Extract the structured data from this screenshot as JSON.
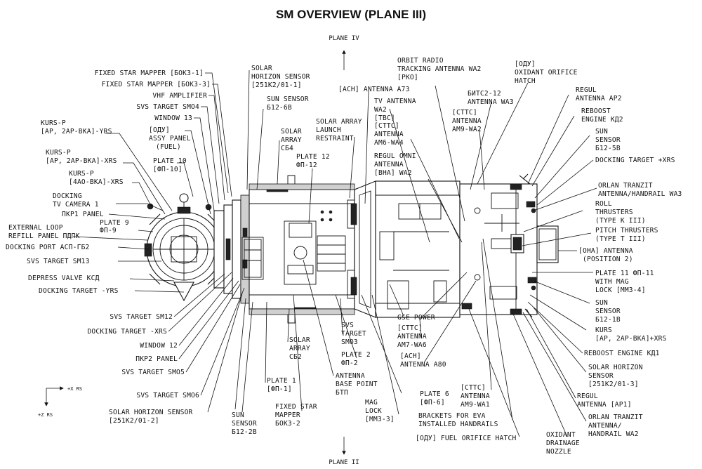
{
  "title": "SM OVERVIEW (PLANE III)",
  "planes": {
    "top": "PLANE IV",
    "bottom": "PLANE II"
  },
  "axes": {
    "x": "+X RS",
    "z": "+Z RS"
  },
  "left_labels": [
    {
      "id": "fixed-star-mapper-bok3-1",
      "lines": [
        "FIXED STAR MAPPER [БОКЗ-1]"
      ]
    },
    {
      "id": "fixed-star-mapper-bok3-3",
      "lines": [
        "FIXED STAR MAPPER [БОКЗ-3]"
      ]
    },
    {
      "id": "vhf-amplifier",
      "lines": [
        "VHF AMPLIFIER"
      ]
    },
    {
      "id": "svs-target-smo4",
      "lines": [
        "SVS TARGET SMO4"
      ]
    },
    {
      "id": "window-13",
      "lines": [
        "WINDOW 13"
      ]
    },
    {
      "id": "assy-panel-fuel",
      "lines": [
        "[ОДУ]",
        "ASSY PANEL",
        "(FUEL)"
      ]
    },
    {
      "id": "plate-10",
      "lines": [
        "PLATE 10",
        "[ФП-10]"
      ]
    },
    {
      "id": "kurs-p-yrs",
      "lines": [
        "KURS-P",
        "[АР, 2АР-ВКА]-YRS"
      ]
    },
    {
      "id": "kurs-p-xrs-1",
      "lines": [
        "KURS-P",
        "[АР, 2АР-ВКА]-XRS"
      ]
    },
    {
      "id": "kurs-p-xrs-2",
      "lines": [
        "KURS-P",
        "[4АО-ВКА]-XRS"
      ]
    },
    {
      "id": "docking-tv-camera-1",
      "lines": [
        "DOCKING",
        "TV CAMERA 1"
      ]
    },
    {
      "id": "pkr1-panel",
      "lines": [
        "ПКР1 PANEL"
      ]
    },
    {
      "id": "plate-9",
      "lines": [
        "PLATE 9",
        "ФП-9"
      ]
    },
    {
      "id": "external-loop-refill-panel",
      "lines": [
        "EXTERNAL LOOP",
        "REFILL PANEL ПДПК"
      ]
    },
    {
      "id": "docking-port",
      "lines": [
        "DOCKING PORT АСП-ГБ2"
      ]
    },
    {
      "id": "svs-target-sm13",
      "lines": [
        "SVS TARGET SM13"
      ]
    },
    {
      "id": "depress-valve",
      "lines": [
        "DEPRESS VALVE КСД"
      ]
    },
    {
      "id": "docking-target-yrs",
      "lines": [
        "DOCKING TARGET -YRS"
      ]
    },
    {
      "id": "svs-target-sm12",
      "lines": [
        "SVS TARGET SM12"
      ]
    },
    {
      "id": "docking-target-xrs",
      "lines": [
        "DOCKING TARGET -XRS"
      ]
    },
    {
      "id": "window-12",
      "lines": [
        "WINDOW 12"
      ]
    },
    {
      "id": "pkr2-panel",
      "lines": [
        "ПКР2 PANEL"
      ]
    },
    {
      "id": "svs-target-smo5",
      "lines": [
        "SVS TARGET SMO5"
      ]
    },
    {
      "id": "svs-target-smo6",
      "lines": [
        "SVS TARGET SMO6"
      ]
    },
    {
      "id": "solar-horizon-sensor-2",
      "lines": [
        "SOLAR HORIZON SENSOR",
        "[251К2/01-2]"
      ]
    }
  ],
  "center_labels": [
    {
      "id": "solar-horizon-sensor-1",
      "lines": [
        "SOLAR",
        "HORIZON SENSOR",
        "[251К2/01-1]"
      ]
    },
    {
      "id": "sun-sensor-b12-6b",
      "lines": [
        "SUN SENSOR",
        "Б12-6В"
      ]
    },
    {
      "id": "solar-array-sb4",
      "lines": [
        "SOLAR",
        "ARRAY",
        "СБ4"
      ]
    },
    {
      "id": "solar-array-launch-restraint",
      "lines": [
        "SOLAR ARRAY",
        "LAUNCH",
        "RESTRAINT"
      ]
    },
    {
      "id": "plate-12",
      "lines": [
        "PLATE 12",
        "ФП-12"
      ]
    },
    {
      "id": "ach-antenna-a73",
      "lines": [
        "[АСН] ANTENNA А73"
      ]
    },
    {
      "id": "tv-antenna-wa2",
      "lines": [
        "TV ANTENNA",
        "WA2",
        "[ТВС]"
      ]
    },
    {
      "id": "cttc-antenna-am6-wa4",
      "lines": [
        "[СТТС]",
        "ANTENNA",
        "AM6-WA4"
      ]
    },
    {
      "id": "regul-omni-antenna",
      "lines": [
        "REGUL OMNI",
        "ANTENNA",
        "[ВНА] WA2"
      ]
    },
    {
      "id": "orbit-radio-tracking-antenna",
      "lines": [
        "ORBIT RADIO",
        "TRACKING ANTENNA WA2",
        "[РКО]"
      ]
    },
    {
      "id": "bitc2-12-antenna-wa3",
      "lines": [
        "БИТС2-12",
        "ANTENNA WA3"
      ]
    },
    {
      "id": "cttc-antenna-am9-wa2",
      "lines": [
        "[СТТС]",
        "ANTENNA",
        "AM9-WA2"
      ]
    },
    {
      "id": "solar-array-sb2",
      "lines": [
        "SOLAR",
        "ARRAY",
        "СБ2"
      ]
    },
    {
      "id": "svs-target-smo3",
      "lines": [
        "SVS",
        "TARGET",
        "SMO3"
      ]
    },
    {
      "id": "plate-2",
      "lines": [
        "PLATE 2",
        "ФП-2"
      ]
    },
    {
      "id": "gse-power",
      "lines": [
        "GSE POWER"
      ]
    },
    {
      "id": "cttc-antenna-am7-wa6",
      "lines": [
        "[СТТС]",
        "ANTENNA",
        "AM7-WA6"
      ]
    },
    {
      "id": "ach-antenna-a80",
      "lines": [
        "[АСН]",
        "ANTENNA А80"
      ]
    },
    {
      "id": "antenna-base-point",
      "lines": [
        "ANTENNA",
        "BASE POINT",
        "БТП"
      ]
    },
    {
      "id": "plate-1",
      "lines": [
        "PLATE 1",
        "[ФП-1]"
      ]
    },
    {
      "id": "plate-6",
      "lines": [
        "PLATE 6",
        "[ФП-6]"
      ]
    },
    {
      "id": "cttc-antenna-am9-wa1",
      "lines": [
        "[СТТС]",
        "ANTENNA",
        "AM9-WA1"
      ]
    },
    {
      "id": "mag-lock-mm3-3",
      "lines": [
        "MAG",
        "LOCK",
        "[ММЗ-3]"
      ]
    },
    {
      "id": "brackets-eva",
      "lines": [
        "BRACKETS FOR EVA",
        "INSTALLED HANDRAILS"
      ]
    },
    {
      "id": "fixed-star-mapper-bok3-2",
      "lines": [
        "FIXED STAR",
        "MAPPER",
        "БОКЗ-2"
      ]
    },
    {
      "id": "sun-sensor-b12-2b",
      "lines": [
        "SUN",
        "SENSOR",
        "Б12-2В"
      ]
    },
    {
      "id": "odu-fuel-orifice-hatch",
      "lines": [
        "[ОДУ] FUEL ORIFICE HATCH"
      ]
    }
  ],
  "right_labels": [
    {
      "id": "odu-oxidant-orifice-hatch",
      "lines": [
        "[ОДУ]",
        "OXIDANT ORIFICE",
        "HATCH"
      ]
    },
    {
      "id": "regul-antenna-ap2",
      "lines": [
        "REGUL",
        "ANTENNA АР2"
      ]
    },
    {
      "id": "reboost-engine-kd2",
      "lines": [
        "REBOOST",
        "ENGINE КД2"
      ]
    },
    {
      "id": "sun-sensor-b12-5b",
      "lines": [
        "SUN",
        "SENSOR",
        "Б12-5В"
      ]
    },
    {
      "id": "docking-target-plus-xrs",
      "lines": [
        "DOCKING TARGET +XRS"
      ]
    },
    {
      "id": "orlan-tranzit-wa3",
      "lines": [
        "ORLAN TRANZIT",
        "ANTENNA/HANDRAIL WA3"
      ]
    },
    {
      "id": "roll-thrusters",
      "lines": [
        "ROLL",
        "THRUSTERS",
        "(TYPE K III)"
      ]
    },
    {
      "id": "pitch-thrusters",
      "lines": [
        "PITCH THRUSTERS",
        "(TYPE T III)"
      ]
    },
    {
      "id": "ona-antenna",
      "lines": [
        "[ОНА] ANTENNA",
        "(POSITION 2)"
      ]
    },
    {
      "id": "plate-11",
      "lines": [
        "PLATE 11 ФП-11",
        "WITH MAG",
        "LOCK [ММЗ-4]"
      ]
    },
    {
      "id": "sun-sensor-b12-1b",
      "lines": [
        "SUN",
        "SENSOR",
        "Б12-1В"
      ]
    },
    {
      "id": "kurs-plus-xrs",
      "lines": [
        "KURS",
        "[АР, 2АР-ВКА]+XRS"
      ]
    },
    {
      "id": "reboost-engine-kd1",
      "lines": [
        "REBOOST ENGINE КД1"
      ]
    },
    {
      "id": "solar-horizon-sensor-3",
      "lines": [
        "SOLAR HORIZON",
        "SENSOR",
        "[251К2/01-3]"
      ]
    },
    {
      "id": "regul-antenna-ap1",
      "lines": [
        "REGUL",
        "ANTENNA [АР1]"
      ]
    },
    {
      "id": "orlan-tranzit-wa2",
      "lines": [
        "ORLAN TRANZIT",
        "ANTENNA/",
        "HANDRAIL WA2"
      ]
    },
    {
      "id": "oxidant-drainage-nozzle",
      "lines": [
        "OXIDANT",
        "DRAINAGE",
        "NOZZLE"
      ]
    }
  ]
}
